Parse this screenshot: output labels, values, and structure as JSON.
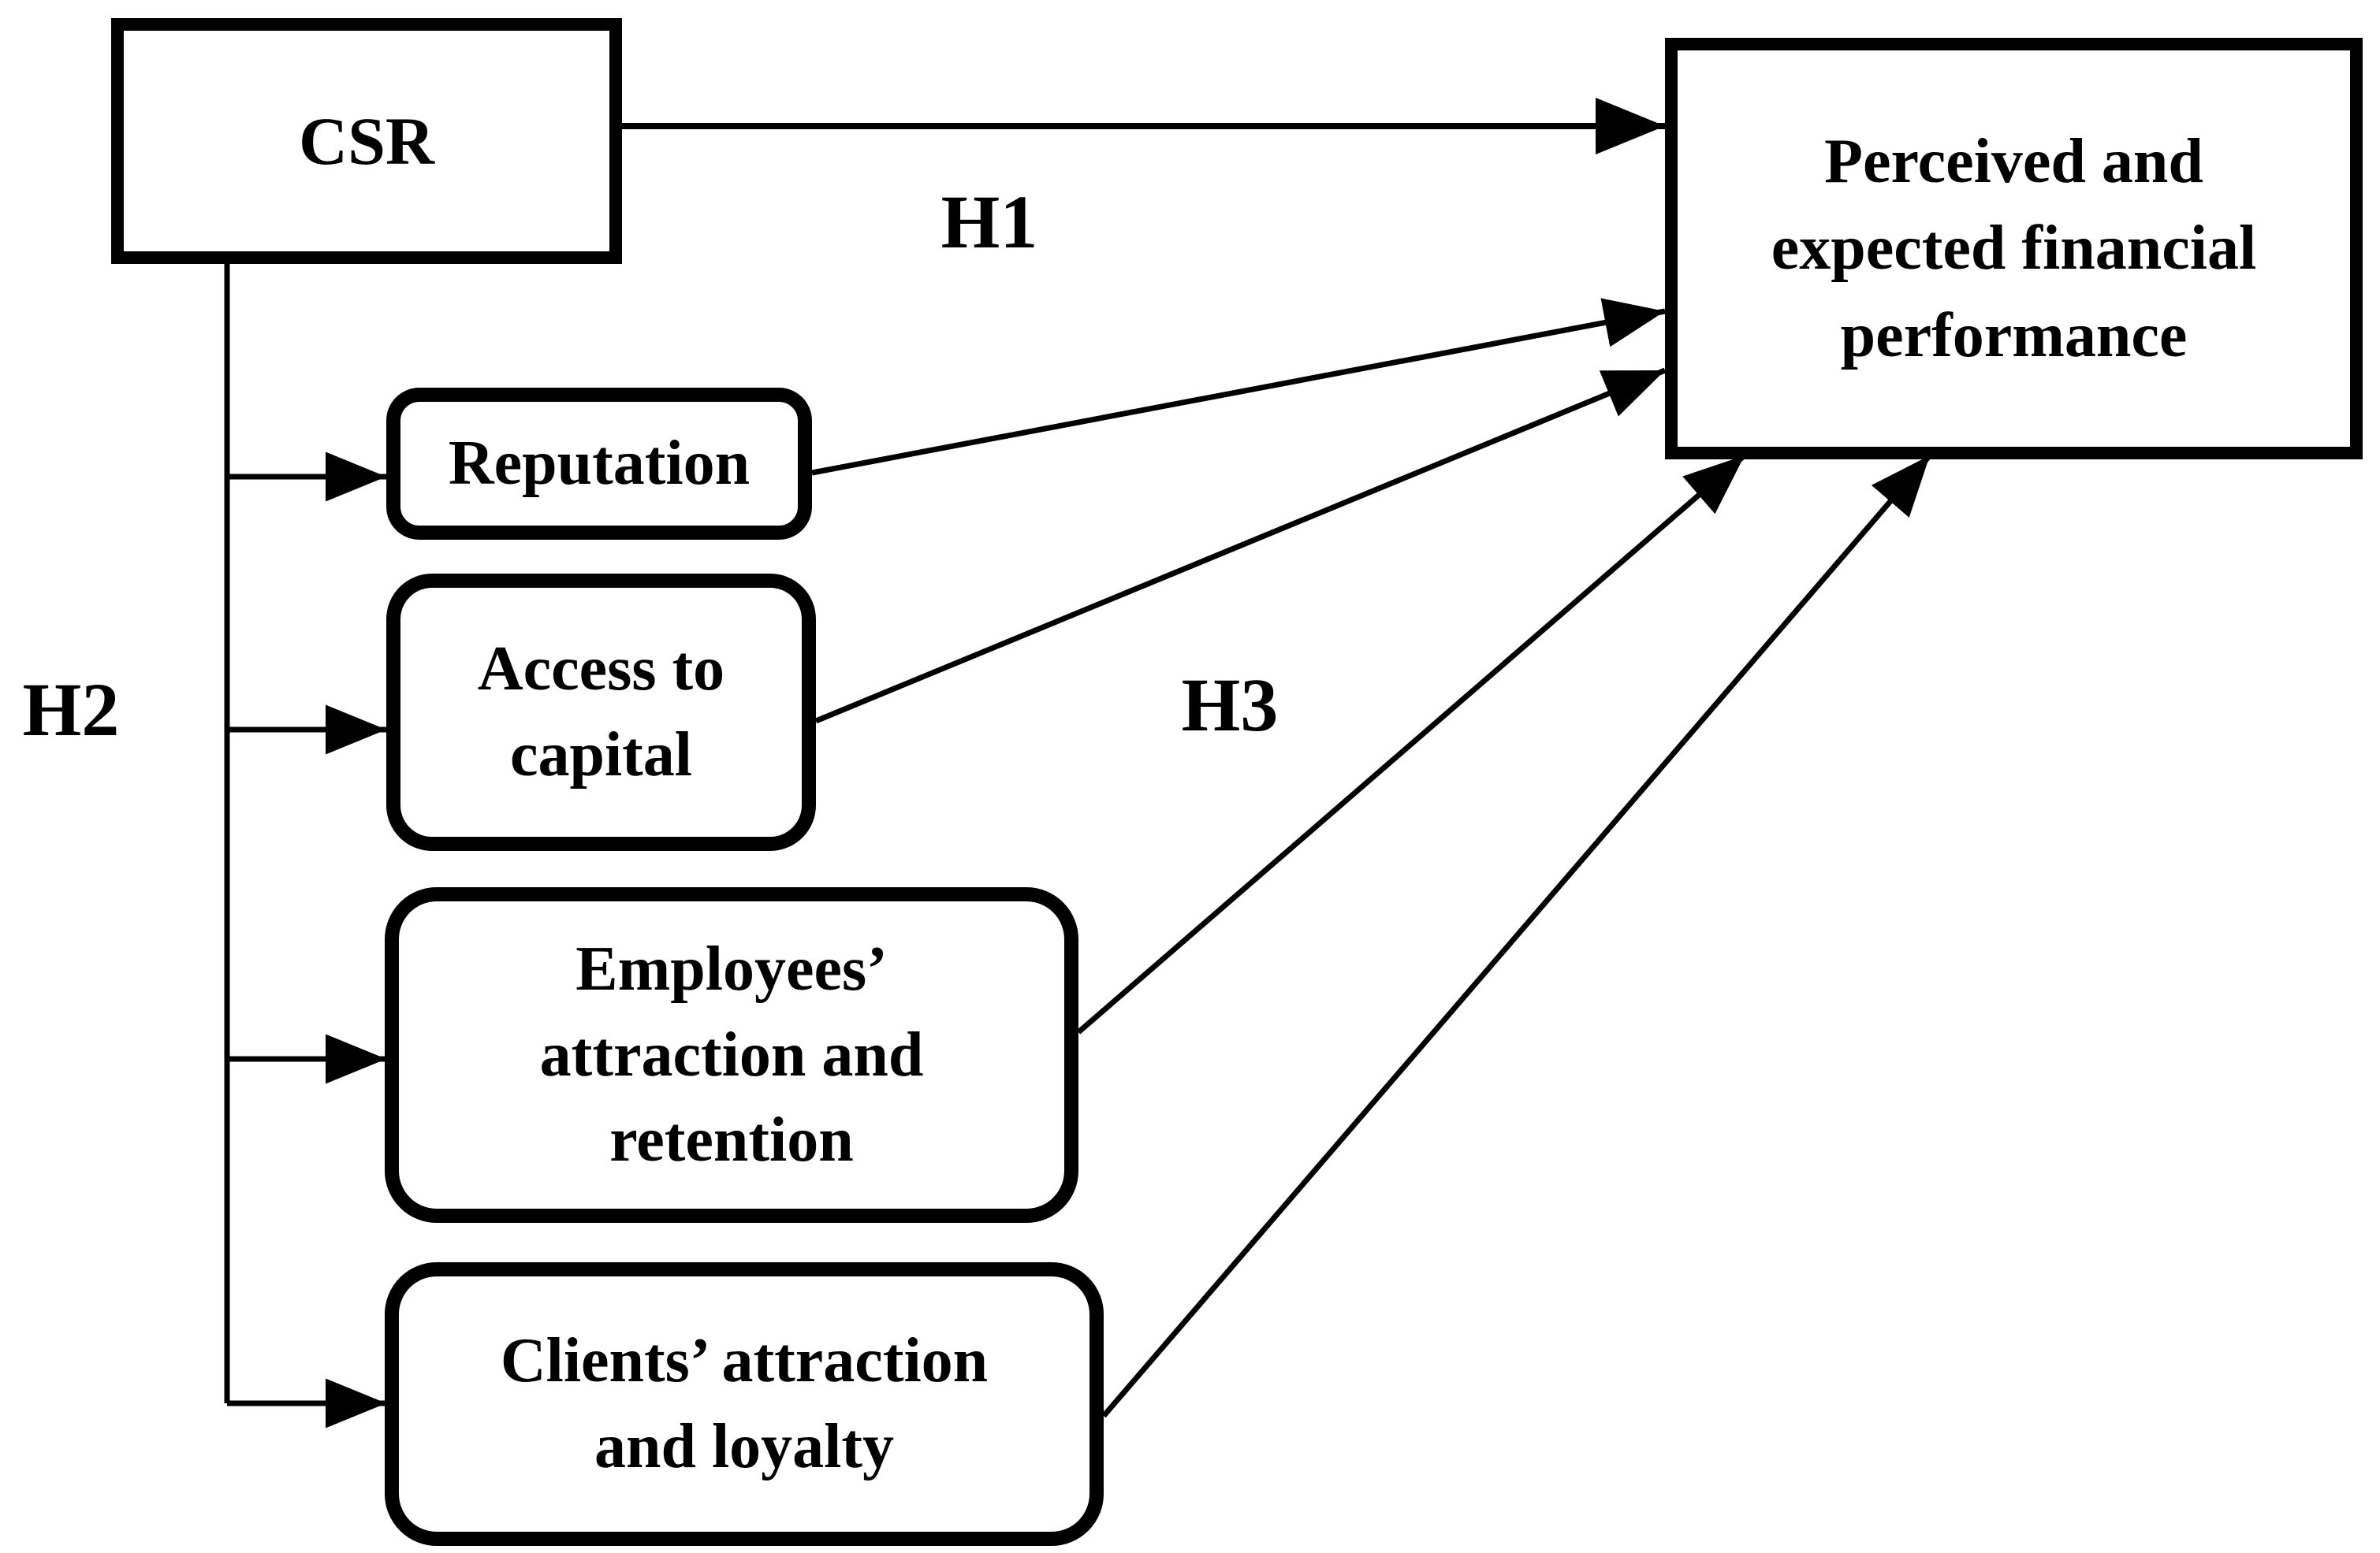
{
  "colors": {
    "ink": "#000000",
    "background": "#ffffff",
    "box_fill": "#ffffff"
  },
  "nodes": {
    "csr": {
      "label": "CSR"
    },
    "outcome": {
      "label": "Perceived and\nexpected financial\nperformance"
    },
    "mediators": [
      {
        "id": "reputation",
        "label": "Reputation"
      },
      {
        "id": "access-to-capital",
        "label": "Access to\ncapital"
      },
      {
        "id": "employees-attraction-retention",
        "label": "Employees’\nattraction and\nretention"
      },
      {
        "id": "clients-attraction-loyalty",
        "label": "Clients’ attraction\nand loyalty"
      }
    ]
  },
  "hypotheses": [
    {
      "id": "H1",
      "label": "H1",
      "meaning": "CSR → Perceived and expected financial performance"
    },
    {
      "id": "H2",
      "label": "H2",
      "meaning": "CSR → mediators (Reputation, Access to capital, Employees’ attraction and retention, Clients’ attraction and loyalty)"
    },
    {
      "id": "H3",
      "label": "H3",
      "meaning": "Mediators → Perceived and expected financial performance"
    }
  ],
  "edges": [
    {
      "from": "CSR",
      "to": "Perceived and expected financial performance",
      "hypothesis": "H1"
    },
    {
      "from": "CSR",
      "to": "Reputation",
      "hypothesis": "H2"
    },
    {
      "from": "CSR",
      "to": "Access to capital",
      "hypothesis": "H2"
    },
    {
      "from": "CSR",
      "to": "Employees’ attraction and retention",
      "hypothesis": "H2"
    },
    {
      "from": "CSR",
      "to": "Clients’ attraction and loyalty",
      "hypothesis": "H2"
    },
    {
      "from": "Reputation",
      "to": "Perceived and expected financial performance",
      "hypothesis": "H3"
    },
    {
      "from": "Access to capital",
      "to": "Perceived and expected financial performance",
      "hypothesis": "H3"
    },
    {
      "from": "Employees’ attraction and retention",
      "to": "Perceived and expected financial performance",
      "hypothesis": "H3"
    },
    {
      "from": "Clients’ attraction and loyalty",
      "to": "Perceived and expected financial performance",
      "hypothesis": "H3"
    }
  ]
}
